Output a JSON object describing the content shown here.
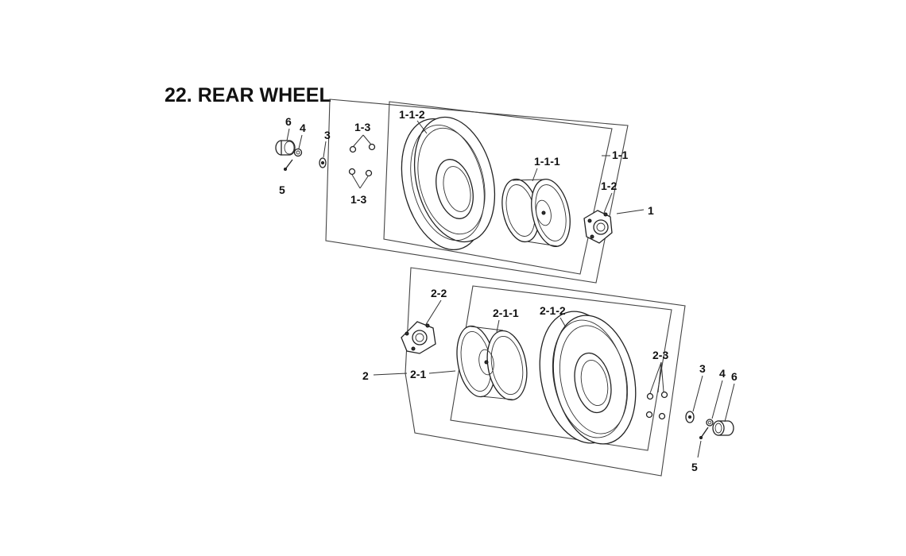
{
  "title": "22. REAR WHEEL",
  "labels": {
    "upper": {
      "l6": "6",
      "l4": "4",
      "l3": "3",
      "l5": "5",
      "l13a": "1-3",
      "l13b": "1-3",
      "l112": "1-1-2",
      "l111": "1-1-1",
      "l11": "1-1",
      "l12": "1-2",
      "l1": "1"
    },
    "lower": {
      "l22": "2-2",
      "l211": "2-1-1",
      "l212": "2-1-2",
      "l23": "2-3",
      "l2": "2",
      "l21": "2-1",
      "l3": "3",
      "l4": "4",
      "l6": "6",
      "l5": "5"
    }
  }
}
